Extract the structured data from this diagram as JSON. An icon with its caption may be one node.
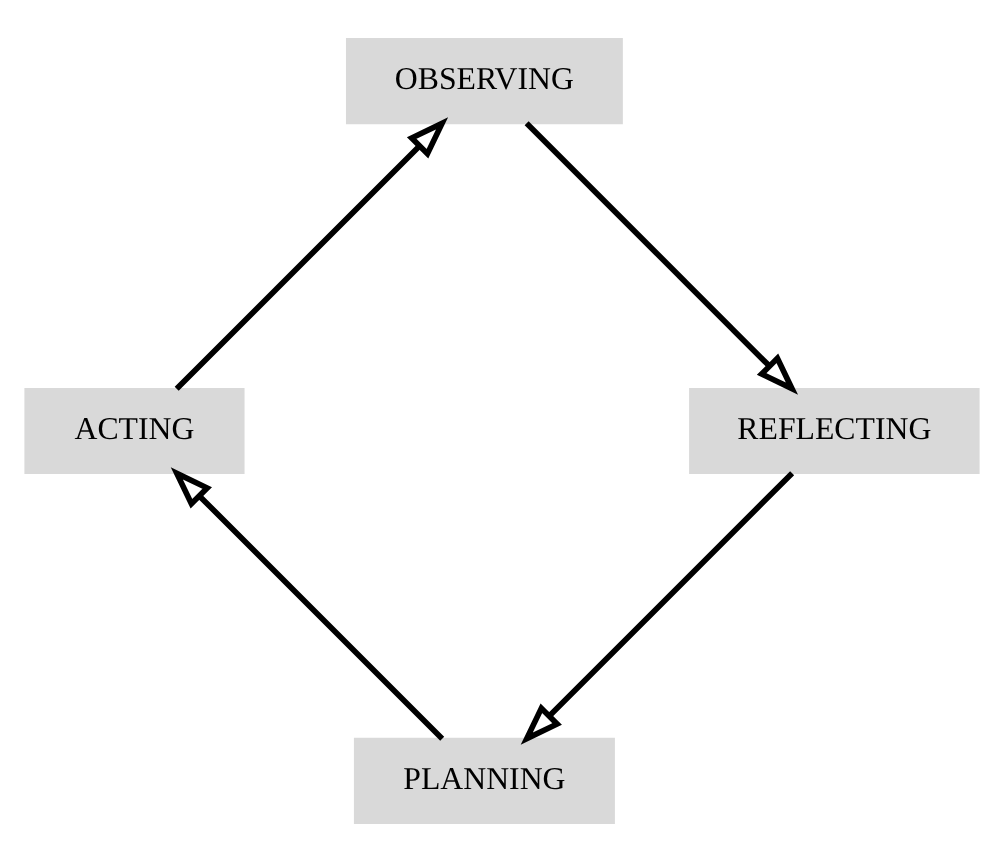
{
  "diagram": {
    "nodes": [
      {
        "text": [
          "PLANNING"
        ]
      },
      {
        "text": [
          "ACTING"
        ]
      },
      {
        "text": [
          "OBSERVING"
        ]
      },
      {
        "text": [
          "REFLECTING"
        ]
      }
    ],
    "edges": [
      {
        "from": 0,
        "to": 1,
        "arrow": "to"
      },
      {
        "from": 1,
        "to": 2,
        "arrow": "to"
      },
      {
        "from": 2,
        "to": 3,
        "arrow": "to"
      },
      {
        "from": 3,
        "to": 0,
        "arrow": "to"
      }
    ]
  }
}
